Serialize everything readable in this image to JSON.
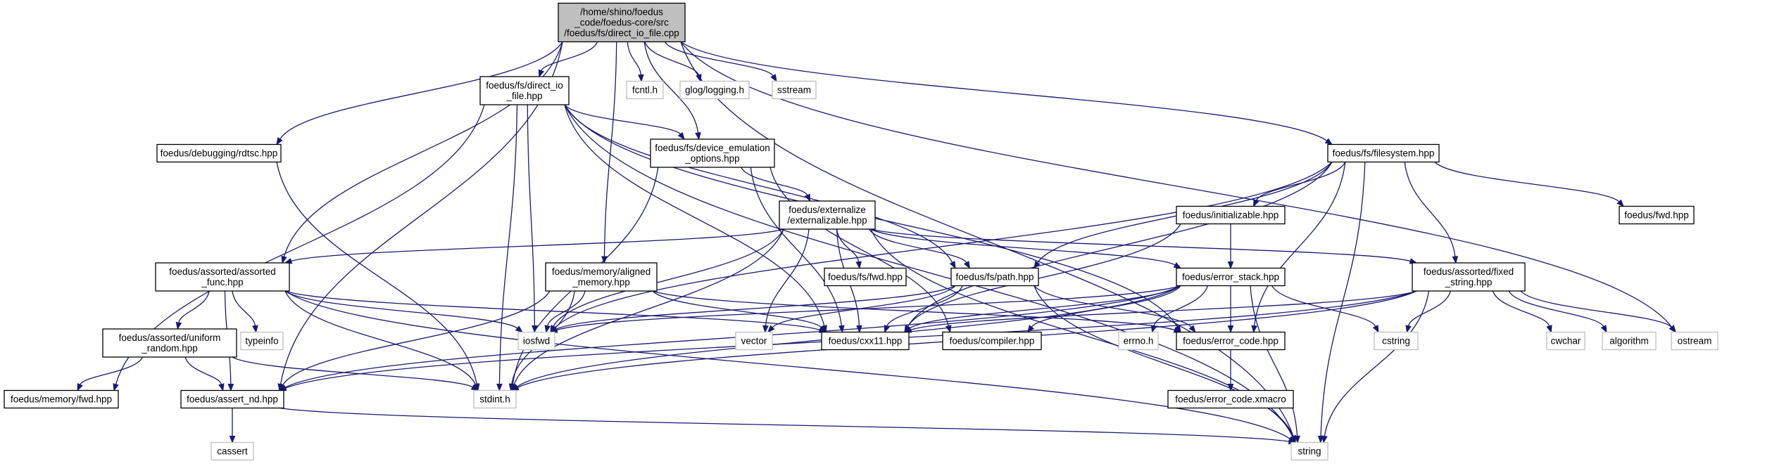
{
  "diagram": {
    "nodes": [
      {
        "id": "root",
        "lines": [
          "/home/shino/foedus",
          "_code/foedus-core/src",
          "/foedus/fs/direct_io_file.cpp"
        ],
        "kind": "root"
      },
      {
        "id": "direct_io",
        "lines": [
          "foedus/fs/direct_io",
          "_file.hpp"
        ],
        "kind": "file"
      },
      {
        "id": "fcntl",
        "lines": [
          "fcntl.h"
        ],
        "kind": "sys"
      },
      {
        "id": "glog",
        "lines": [
          "glog/logging.h"
        ],
        "kind": "sys"
      },
      {
        "id": "sstream",
        "lines": [
          "sstream"
        ],
        "kind": "sys"
      },
      {
        "id": "rdtsc",
        "lines": [
          "foedus/debugging/rdtsc.hpp"
        ],
        "kind": "file"
      },
      {
        "id": "dev_emul",
        "lines": [
          "foedus/fs/device_emulation",
          "_options.hpp"
        ],
        "kind": "file"
      },
      {
        "id": "filesystem",
        "lines": [
          "foedus/fs/filesystem.hpp"
        ],
        "kind": "file"
      },
      {
        "id": "fwd",
        "lines": [
          "foedus/fwd.hpp"
        ],
        "kind": "file"
      },
      {
        "id": "initializable",
        "lines": [
          "foedus/initializable.hpp"
        ],
        "kind": "file"
      },
      {
        "id": "externalizable",
        "lines": [
          "foedus/externalize",
          "/externalizable.hpp"
        ],
        "kind": "file"
      },
      {
        "id": "fs_fwd",
        "lines": [
          "foedus/fs/fwd.hpp"
        ],
        "kind": "file"
      },
      {
        "id": "assorted_func",
        "lines": [
          "foedus/assorted/assorted",
          "_func.hpp"
        ],
        "kind": "file"
      },
      {
        "id": "aligned_mem",
        "lines": [
          "foedus/memory/aligned",
          "_memory.hpp"
        ],
        "kind": "file"
      },
      {
        "id": "path",
        "lines": [
          "foedus/fs/path.hpp"
        ],
        "kind": "file"
      },
      {
        "id": "error_stack",
        "lines": [
          "foedus/error_stack.hpp"
        ],
        "kind": "file"
      },
      {
        "id": "fixed_string",
        "lines": [
          "foedus/assorted/fixed",
          "_string.hpp"
        ],
        "kind": "file"
      },
      {
        "id": "uniform_random",
        "lines": [
          "foedus/assorted/uniform",
          "_random.hpp"
        ],
        "kind": "file"
      },
      {
        "id": "typeinfo",
        "lines": [
          "typeinfo"
        ],
        "kind": "sys"
      },
      {
        "id": "iosfwd",
        "lines": [
          "iosfwd"
        ],
        "kind": "sys"
      },
      {
        "id": "vector",
        "lines": [
          "vector"
        ],
        "kind": "sys"
      },
      {
        "id": "cxx11",
        "lines": [
          "foedus/cxx11.hpp"
        ],
        "kind": "file"
      },
      {
        "id": "compiler",
        "lines": [
          "foedus/compiler.hpp"
        ],
        "kind": "file"
      },
      {
        "id": "errno",
        "lines": [
          "errno.h"
        ],
        "kind": "sys"
      },
      {
        "id": "error_code",
        "lines": [
          "foedus/error_code.hpp"
        ],
        "kind": "file"
      },
      {
        "id": "cstring",
        "lines": [
          "cstring"
        ],
        "kind": "sys"
      },
      {
        "id": "cwchar",
        "lines": [
          "cwchar"
        ],
        "kind": "sys"
      },
      {
        "id": "algorithm",
        "lines": [
          "algorithm"
        ],
        "kind": "sys"
      },
      {
        "id": "ostream",
        "lines": [
          "ostream"
        ],
        "kind": "sys"
      },
      {
        "id": "memory_fwd",
        "lines": [
          "foedus/memory/fwd.hpp"
        ],
        "kind": "file"
      },
      {
        "id": "assert_nd",
        "lines": [
          "foedus/assert_nd.hpp"
        ],
        "kind": "file"
      },
      {
        "id": "stdint",
        "lines": [
          "stdint.h"
        ],
        "kind": "sys"
      },
      {
        "id": "error_code_xmacro",
        "lines": [
          "foedus/error_code.xmacro"
        ],
        "kind": "file"
      },
      {
        "id": "cassert",
        "lines": [
          "cassert"
        ],
        "kind": "sys"
      },
      {
        "id": "string",
        "lines": [
          "string"
        ],
        "kind": "sys"
      }
    ],
    "edges": [
      [
        "root",
        "direct_io"
      ],
      [
        "root",
        "fcntl"
      ],
      [
        "root",
        "glog"
      ],
      [
        "root",
        "sstream"
      ],
      [
        "root",
        "rdtsc"
      ],
      [
        "root",
        "dev_emul"
      ],
      [
        "root",
        "filesystem"
      ],
      [
        "root",
        "assorted_func"
      ],
      [
        "root",
        "aligned_mem"
      ],
      [
        "root",
        "assert_nd"
      ],
      [
        "root",
        "ostream"
      ],
      [
        "root",
        "string"
      ],
      [
        "direct_io",
        "dev_emul"
      ],
      [
        "direct_io",
        "path"
      ],
      [
        "direct_io",
        "error_code"
      ],
      [
        "direct_io",
        "cxx11"
      ],
      [
        "direct_io",
        "iosfwd"
      ],
      [
        "direct_io",
        "stdint"
      ],
      [
        "direct_io",
        "memory_fwd"
      ],
      [
        "direct_io",
        "string"
      ],
      [
        "rdtsc",
        "stdint"
      ],
      [
        "dev_emul",
        "externalizable"
      ],
      [
        "dev_emul",
        "cxx11"
      ],
      [
        "dev_emul",
        "compiler"
      ],
      [
        "dev_emul",
        "stdint"
      ],
      [
        "filesystem",
        "fwd"
      ],
      [
        "filesystem",
        "initializable"
      ],
      [
        "filesystem",
        "fixed_string"
      ],
      [
        "filesystem",
        "path"
      ],
      [
        "filesystem",
        "error_code"
      ],
      [
        "filesystem",
        "cxx11"
      ],
      [
        "filesystem",
        "iosfwd"
      ],
      [
        "filesystem",
        "string"
      ],
      [
        "initializable",
        "error_stack"
      ],
      [
        "initializable",
        "cxx11"
      ],
      [
        "externalizable",
        "fs_fwd"
      ],
      [
        "externalizable",
        "assorted_func"
      ],
      [
        "externalizable",
        "error_stack"
      ],
      [
        "externalizable",
        "fixed_string"
      ],
      [
        "externalizable",
        "path"
      ],
      [
        "externalizable",
        "cxx11"
      ],
      [
        "externalizable",
        "iosfwd"
      ],
      [
        "externalizable",
        "vector"
      ],
      [
        "externalizable",
        "stdint"
      ],
      [
        "externalizable",
        "string"
      ],
      [
        "assorted_func",
        "uniform_random"
      ],
      [
        "assorted_func",
        "typeinfo"
      ],
      [
        "assorted_func",
        "iosfwd"
      ],
      [
        "assorted_func",
        "cxx11"
      ],
      [
        "assorted_func",
        "assert_nd"
      ],
      [
        "assorted_func",
        "stdint"
      ],
      [
        "assorted_func",
        "string"
      ],
      [
        "aligned_mem",
        "iosfwd"
      ],
      [
        "aligned_mem",
        "cxx11"
      ],
      [
        "aligned_mem",
        "error_code"
      ],
      [
        "aligned_mem",
        "assert_nd"
      ],
      [
        "aligned_mem",
        "stdint"
      ],
      [
        "path",
        "iosfwd"
      ],
      [
        "path",
        "vector"
      ],
      [
        "path",
        "cxx11"
      ],
      [
        "path",
        "error_code"
      ],
      [
        "path",
        "string"
      ],
      [
        "error_stack",
        "iosfwd"
      ],
      [
        "error_stack",
        "cxx11"
      ],
      [
        "error_stack",
        "compiler"
      ],
      [
        "error_stack",
        "errno"
      ],
      [
        "error_stack",
        "error_code"
      ],
      [
        "error_stack",
        "cstring"
      ],
      [
        "error_stack",
        "assert_nd"
      ],
      [
        "error_stack",
        "stdint"
      ],
      [
        "error_stack",
        "string"
      ],
      [
        "fixed_string",
        "cxx11"
      ],
      [
        "fixed_string",
        "cstring"
      ],
      [
        "fixed_string",
        "cwchar"
      ],
      [
        "fixed_string",
        "algorithm"
      ],
      [
        "fixed_string",
        "ostream"
      ],
      [
        "fixed_string",
        "assert_nd"
      ],
      [
        "fixed_string",
        "stdint"
      ],
      [
        "fixed_string",
        "string"
      ],
      [
        "uniform_random",
        "memory_fwd"
      ],
      [
        "uniform_random",
        "assert_nd"
      ],
      [
        "uniform_random",
        "stdint"
      ],
      [
        "error_code",
        "error_code_xmacro"
      ],
      [
        "assert_nd",
        "cassert"
      ],
      [
        "assert_nd",
        "string"
      ]
    ]
  }
}
